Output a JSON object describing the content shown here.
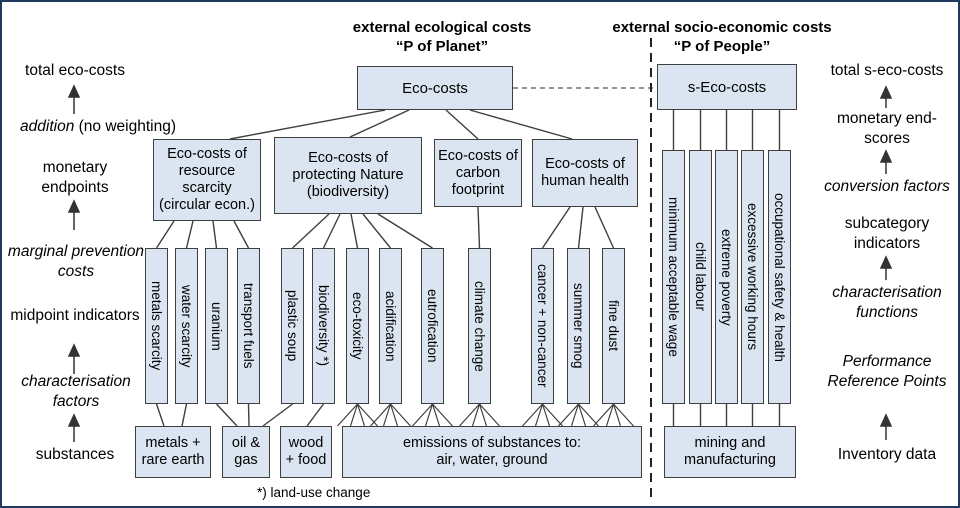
{
  "titles": {
    "ecological": {
      "line1": "external ecological costs",
      "line2": "“P of Planet”"
    },
    "socio": {
      "line1": "external socio-economic costs",
      "line2": "“P of People”"
    }
  },
  "left_column": {
    "total": "total eco-costs",
    "addition_italic": "addition",
    "addition_rest": " (no weighting)",
    "monetary_endpoints": "monetary endpoints",
    "marginal_prevention": "marginal prevention costs",
    "midpoint_indicators": "midpoint indicators",
    "characterisation_factors": "characterisation factors",
    "substances": "substances"
  },
  "right_column": {
    "total": "total s-eco-costs",
    "monetary_end_scores": "monetary end-scores",
    "conversion_factors": "conversion factors",
    "subcategory_indicators": "subcategory indicators",
    "characterisation_functions": "characterisation functions",
    "performance_reference_points": "Performance Reference Points",
    "inventory_data": "Inventory data"
  },
  "boxes": {
    "eco_costs": "Eco-costs",
    "s_eco_costs": "s-Eco-costs",
    "resource_scarcity": "Eco-costs of resource scarcity (circular econ.)",
    "protecting_nature": "Eco-costs of protecting Nature (biodiversity)",
    "carbon_footprint": "Eco-costs of carbon footprint",
    "human_health": "Eco-costs of human health"
  },
  "eco_categories": [
    "metals scarcity",
    "water scarcity",
    "uranium",
    "transport fuels",
    "plastic soup",
    "biodiversity *)",
    "eco-toxicity",
    "acidification",
    "eutrofication",
    "climate change",
    "cancer + non-cancer",
    "summer smog",
    "fine dust"
  ],
  "socio_categories": [
    "minimum acceptable wage",
    "child labour",
    "extreme poverty",
    "excessive working hours",
    "occupational safety & health"
  ],
  "inputs": {
    "metals": "metals + rare earth",
    "oil_gas": "oil & gas",
    "wood_food": "wood + food",
    "emissions": {
      "line1": "emissions of substances to:",
      "line2": "air, water, ground"
    },
    "mining": "mining and manufacturing"
  },
  "footnote": "*) land-use change",
  "colors": {
    "box_fill": "#dbe5f1",
    "box_border": "#3f3f3f",
    "frame": "#1f3a5f"
  }
}
